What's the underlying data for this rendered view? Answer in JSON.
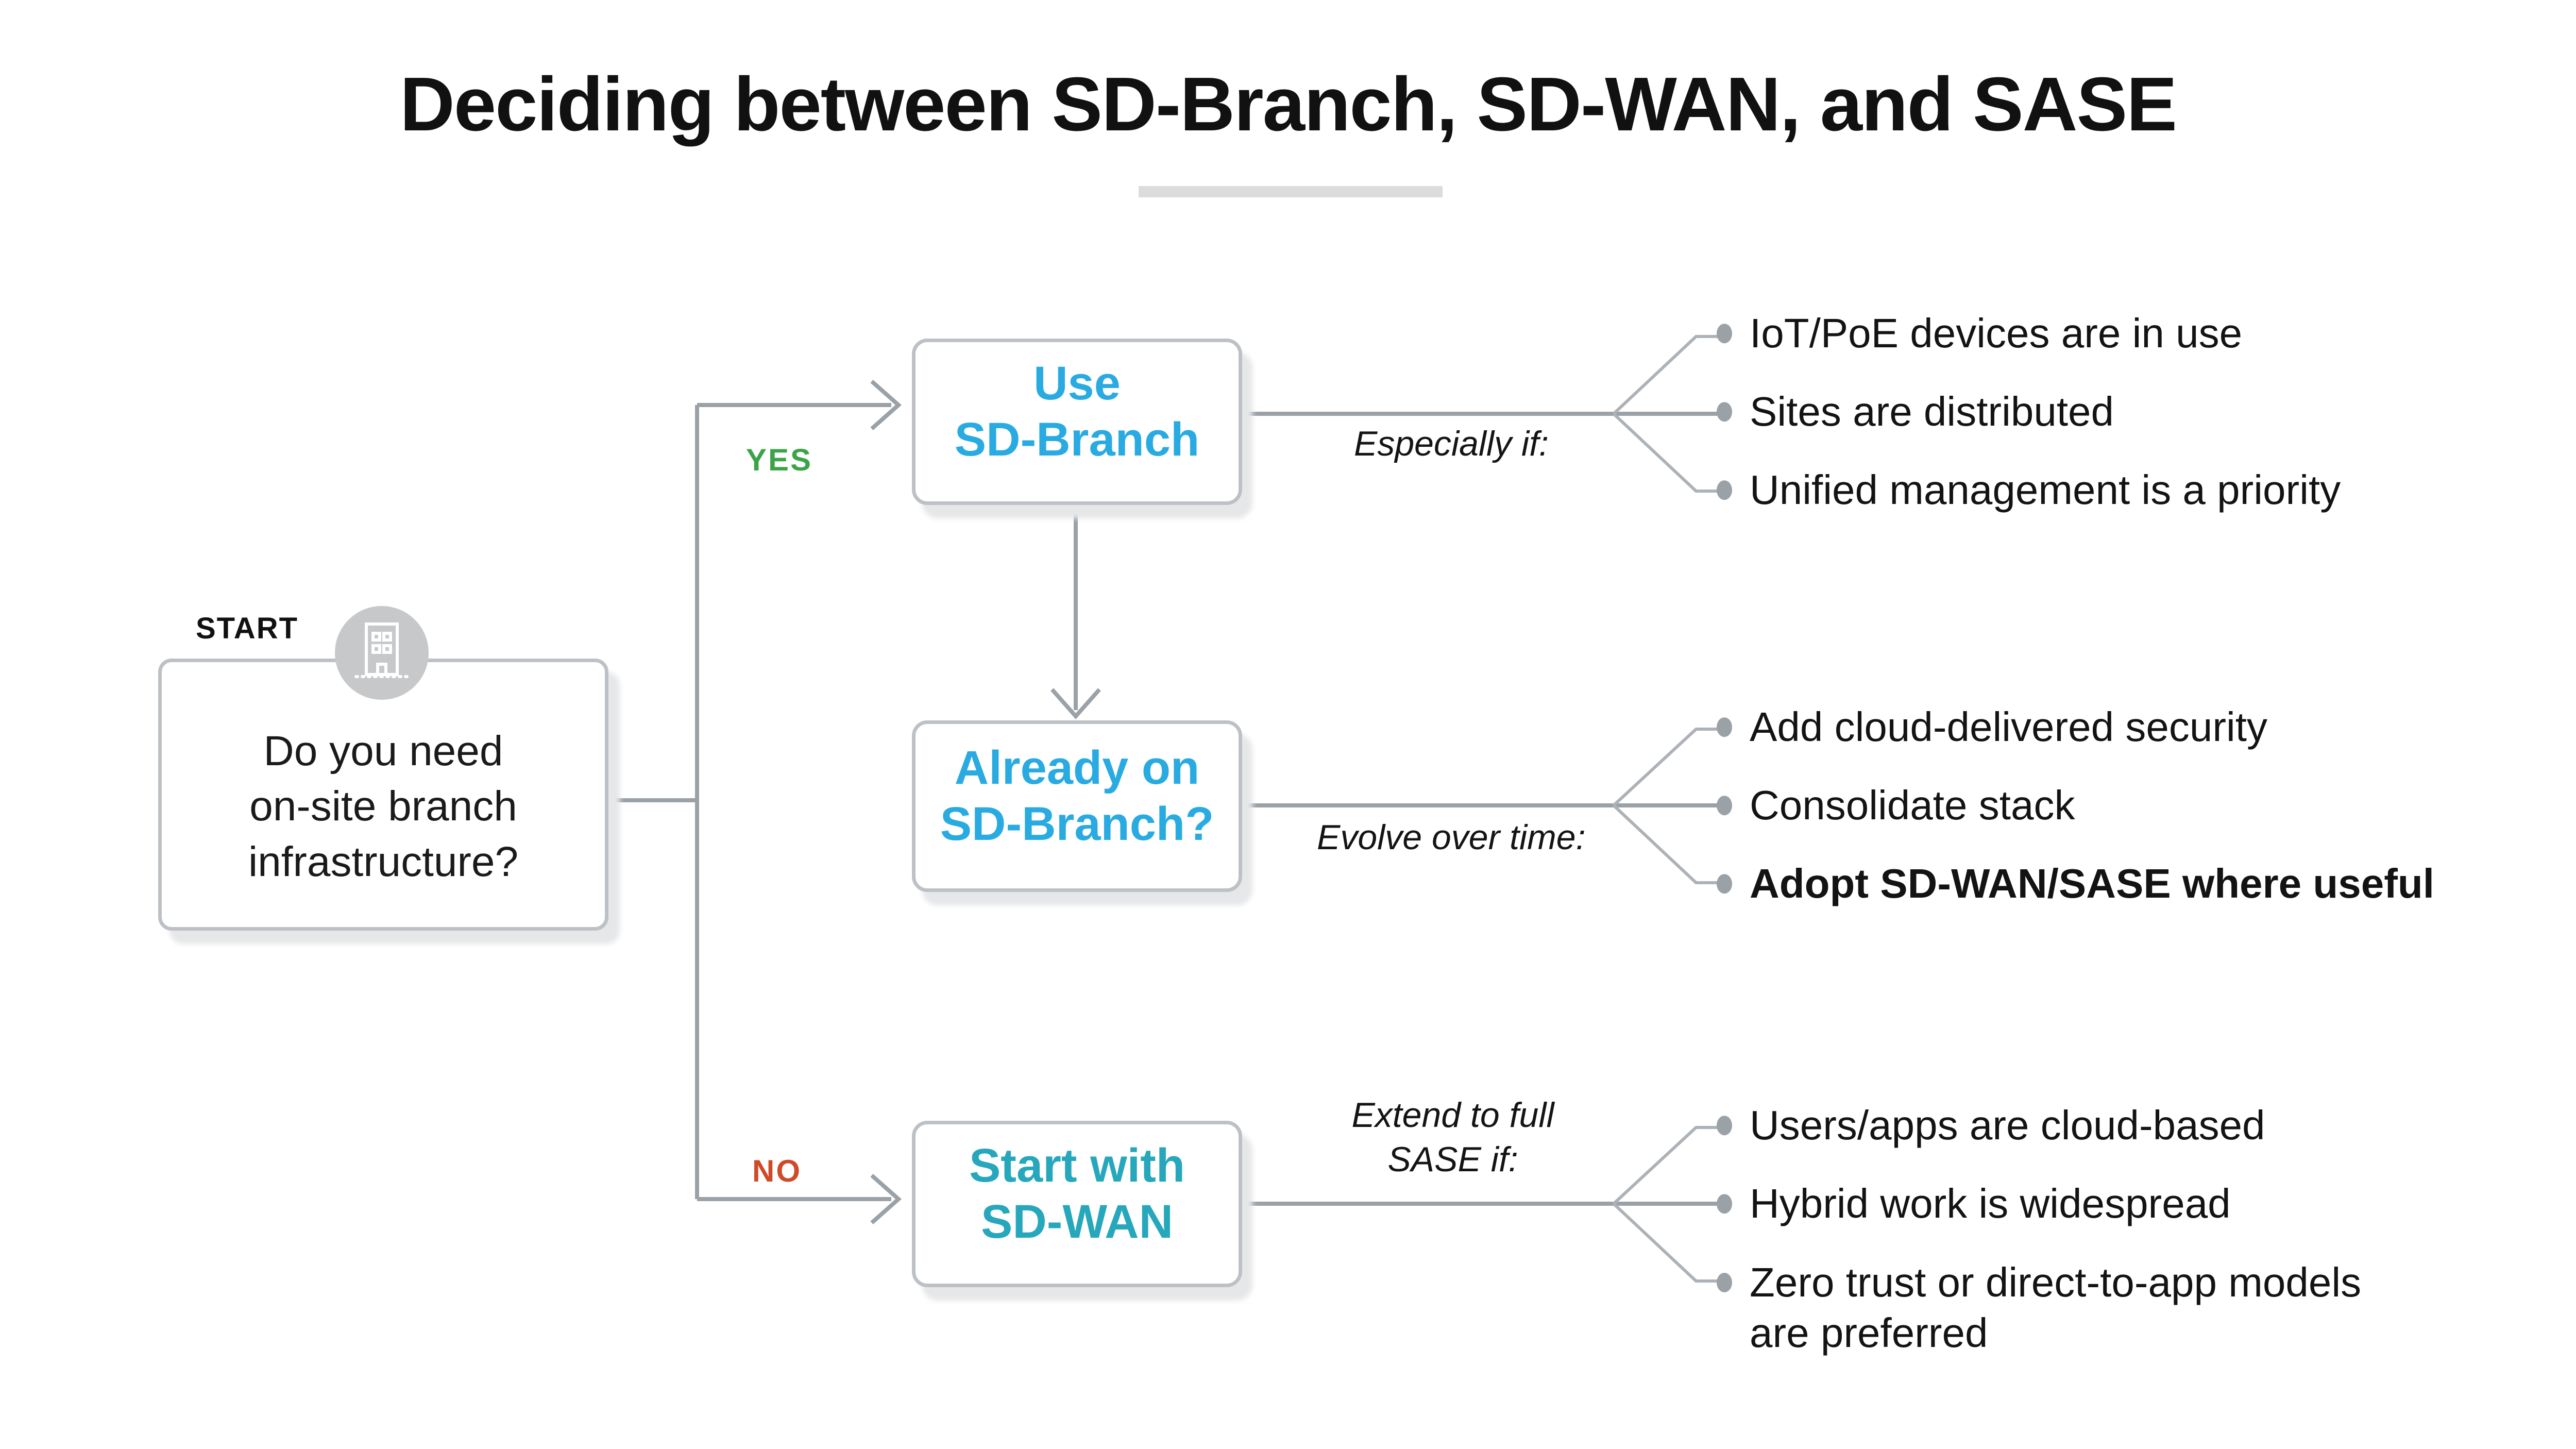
{
  "colors": {
    "accent_cyan": "#29ABE2",
    "accent_teal": "#27A7BC",
    "yes_green": "#3BA449",
    "no_red": "#CE4A28",
    "line_gray": "#9AA1A7",
    "fan_gray": "#ACB2B7"
  },
  "title": "Deciding between SD-Branch, SD-WAN, and SASE",
  "start": {
    "badge": "START",
    "icon": "building-icon",
    "question": "Do you need\non-site branch\ninfrastructure?"
  },
  "yes_branch": {
    "label": "YES",
    "node_title": "Use\nSD-Branch",
    "qualifier": "Especially if:",
    "bullets": [
      "IoT/PoE devices are in use",
      "Sites are distributed",
      "Unified management is a priority"
    ]
  },
  "evolve_branch": {
    "node_title": "Already on\nSD-Branch?",
    "qualifier": "Evolve over time:",
    "bullets": [
      "Add cloud-delivered security",
      "Consolidate stack",
      "Adopt SD-WAN/SASE where useful"
    ],
    "bullet_bold": [
      false,
      false,
      true
    ]
  },
  "no_branch": {
    "label": "NO",
    "node_title": "Start with\nSD-WAN",
    "qualifier": "Extend to full\nSASE if:",
    "bullets": [
      "Users/apps are cloud-based",
      "Hybrid work is widespread",
      "Zero trust or direct-to-app models\nare preferred"
    ]
  }
}
